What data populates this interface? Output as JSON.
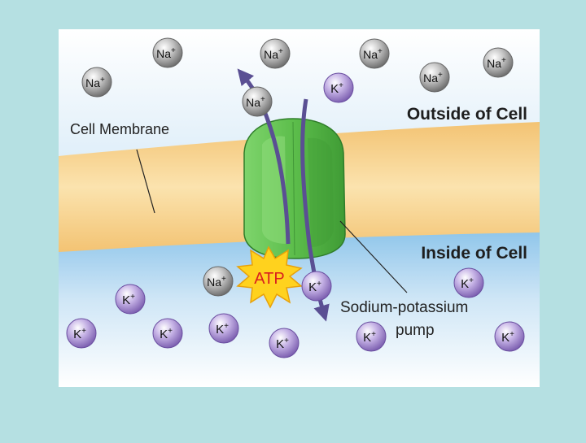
{
  "diagram": {
    "region_labels": {
      "outside": "Outside of Cell",
      "inside": "Inside of Cell",
      "membrane": "Cell Membrane"
    },
    "pump_label": {
      "line1": "Sodium-potassium",
      "line2": "pump"
    },
    "atp_label": "ATP",
    "ions": {
      "sodium": {
        "symbol": "Na",
        "charge": "+"
      },
      "potassium": {
        "symbol": "K",
        "charge": "+"
      }
    },
    "colors": {
      "background": "#b5e0e2",
      "membrane": "#f7d28a",
      "outside_fluid": "#8ec6ea",
      "inside_fluid": "#8ec6ea",
      "pump": "#5fbf4f",
      "atp_burst": "#ffd21e",
      "arrow": "#5a4f93",
      "sodium_ion": "#8d8d8d",
      "potassium_ion": "#9a7dc8"
    }
  }
}
